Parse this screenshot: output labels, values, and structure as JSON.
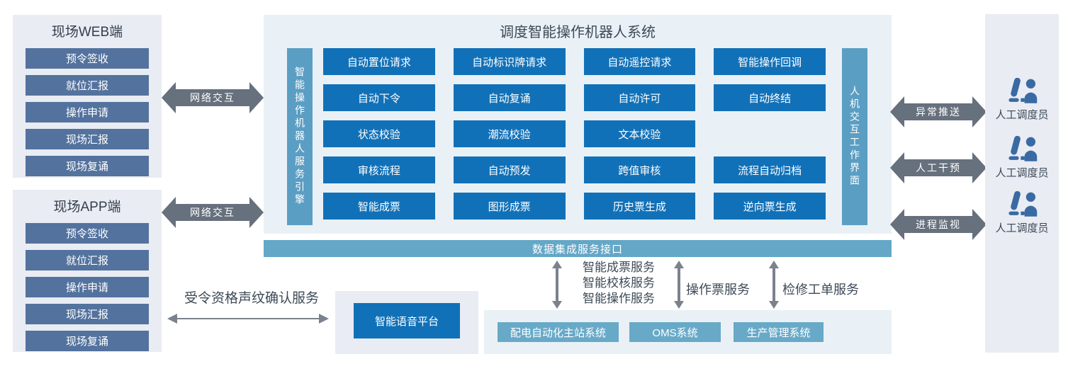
{
  "colors": {
    "panel_lavender": "#e9ecf3",
    "panel_blue": "#e9f1f6",
    "slate_button": "#53729e",
    "bright_blue_button": "#1171b8",
    "vertical_bar_blue": "#5b9ec3",
    "bus_blue": "#64a7c7",
    "system_box_blue": "#68a9c8",
    "fat_arrow_gray": "#67707d",
    "thin_arrow_gray": "#7b828d",
    "text_dark": "#3d4956",
    "person_icon_blue": "#3a6aa3"
  },
  "web_panel": {
    "title": "现场WEB端",
    "items": [
      "预令签收",
      "就位汇报",
      "操作申请",
      "现场汇报",
      "现场复诵"
    ]
  },
  "app_panel": {
    "title": "现场APP端",
    "items": [
      "预令签收",
      "就位汇报",
      "操作申请",
      "现场汇报",
      "现场复诵"
    ]
  },
  "network_links": {
    "web": "网络交互",
    "app": "网络交互"
  },
  "main_system": {
    "title": "调度智能操作机器人系统",
    "left_bar": "智能操作机器人服务引擎",
    "right_bar": "人机交互工作界面",
    "modules": {
      "row1": [
        "自动置位请求",
        "自动标识牌请求",
        "自动遥控请求",
        "智能操作回调"
      ],
      "row2": [
        "自动下令",
        "自动复诵",
        "自动许可",
        "自动终结"
      ],
      "row3": [
        "状态校验",
        "潮流校验",
        "文本校验"
      ],
      "row4": [
        "审核流程",
        "自动预发",
        "跨值审核",
        "流程自动归档"
      ],
      "row5": [
        "智能成票",
        "图形成票",
        "历史票生成",
        "逆向票生成"
      ]
    }
  },
  "data_bus": {
    "label": "数据集成服务接口"
  },
  "services": {
    "group1": [
      "智能成票服务",
      "智能校核服务",
      "智能操作服务"
    ],
    "group2": "操作票服务",
    "group3": "检修工单服务"
  },
  "external_systems": {
    "items": [
      "配电自动化主站系统",
      "OMS系统",
      "生产管理系统"
    ]
  },
  "voice": {
    "link_label": "受令资格声纹确认服务",
    "platform": "智能语音平台"
  },
  "interaction_links": {
    "push": "异常推送",
    "intervene": "人工干预",
    "monitor": "进程监视"
  },
  "dispatchers": {
    "label": "人工调度员"
  }
}
